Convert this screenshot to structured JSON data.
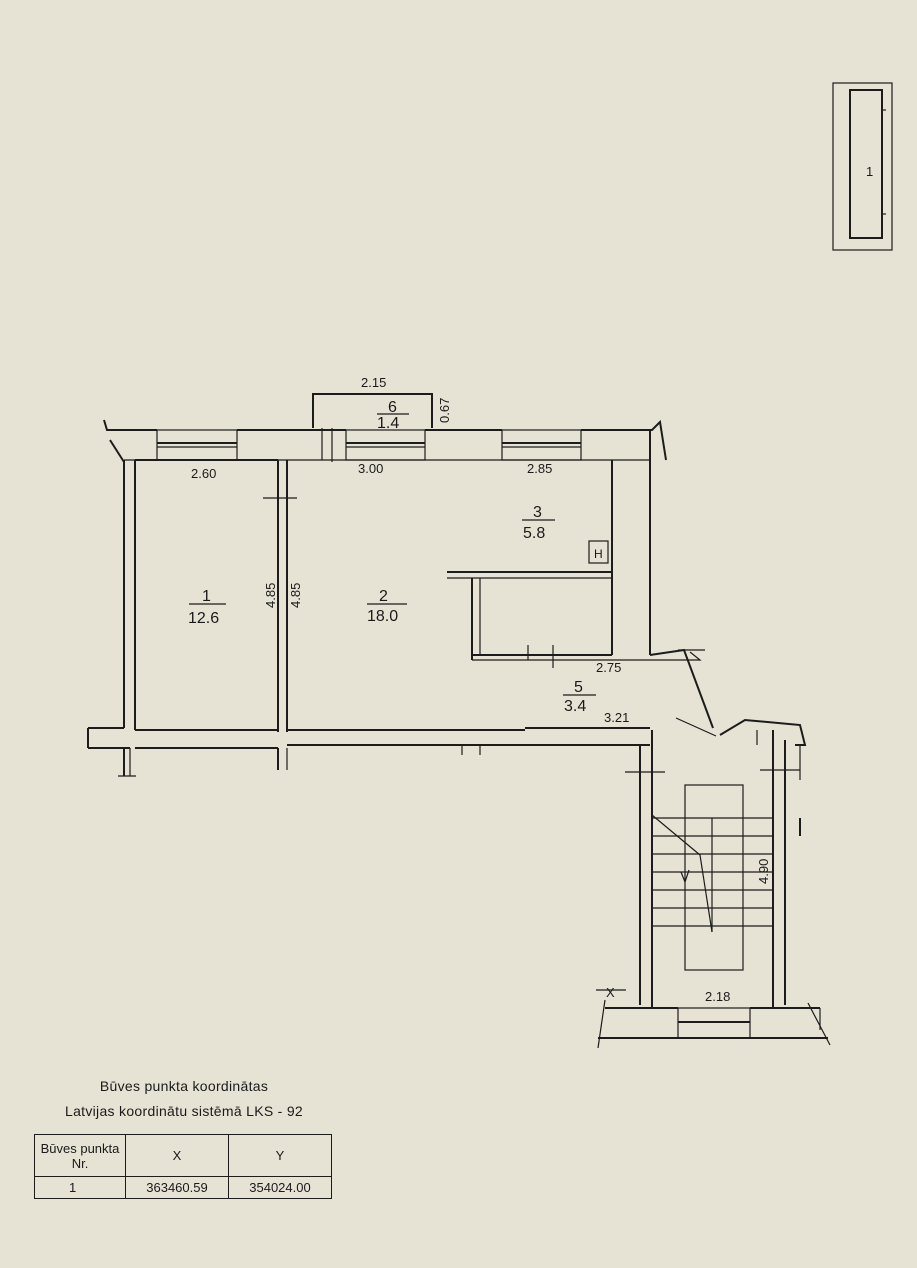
{
  "key_plan": {
    "number": "1"
  },
  "rooms": [
    {
      "number": "1",
      "area": "12.6"
    },
    {
      "number": "2",
      "area": "18.0"
    },
    {
      "number": "3",
      "area": "5.8"
    },
    {
      "number": "5",
      "area": "3.4"
    },
    {
      "number": "6",
      "area": "1.4"
    }
  ],
  "dimensions": {
    "room6_width": "2.15",
    "room6_depth": "0.67",
    "room1_width": "2.60",
    "room2_width": "3.00",
    "room3_width": "2.85",
    "room1_length": "4.85",
    "room2_length": "4.85",
    "room5_top": "2.75",
    "room5_bottom": "3.21",
    "stair_length": "4.90",
    "stair_width": "2.18"
  },
  "symbols": {
    "meter": "H",
    "axis_marker": "X"
  },
  "coordinates": {
    "title_line1": "Būves punkta koordinātas",
    "title_line2": "Latvijas koordinātu sistēmā LKS - 92",
    "headers": {
      "point_nr": "Būves punkta Nr.",
      "x": "X",
      "y": "Y"
    },
    "rows": [
      {
        "nr": "1",
        "x": "363460.59",
        "y": "354024.00"
      }
    ]
  }
}
